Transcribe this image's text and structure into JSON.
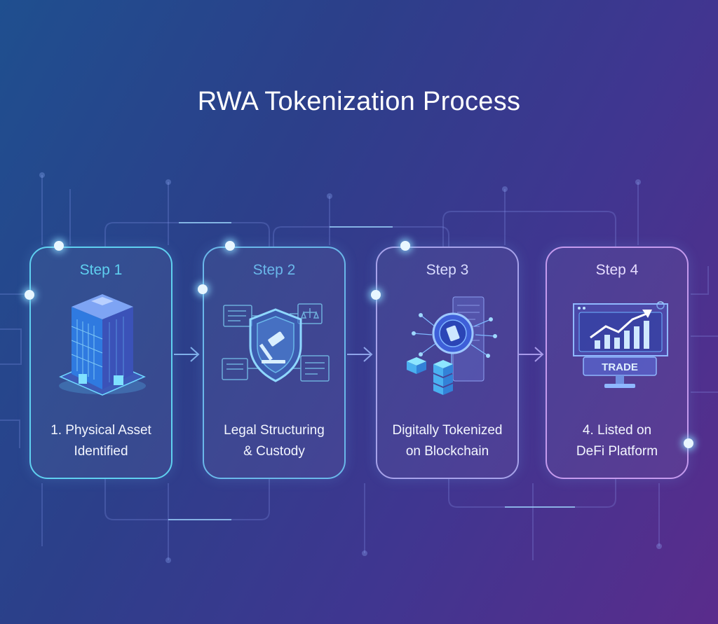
{
  "title": "RWA Tokenization Process",
  "steps": [
    {
      "step": "Step 1",
      "label_line1": "1. Physical Asset",
      "label_line2": "Identified",
      "icon": "office-building-icon",
      "color": "#5fd0f0"
    },
    {
      "step": "Step 2",
      "label_line1": "Legal Structuring",
      "label_line2": "& Custody",
      "icon": "shield-gavel-icon",
      "color": "#6ab8ea"
    },
    {
      "step": "Step 3",
      "label_line1": "Digitally Tokenized",
      "label_line2": "on Blockchain",
      "icon": "blockchain-token-icon",
      "color": "#a7a2ea"
    },
    {
      "step": "Step 4",
      "label_line1": "4. Listed on",
      "label_line2": "DeFi Platform",
      "icon": "trading-monitor-icon",
      "color": "#c59aee"
    }
  ],
  "trade_label": "TRADE"
}
